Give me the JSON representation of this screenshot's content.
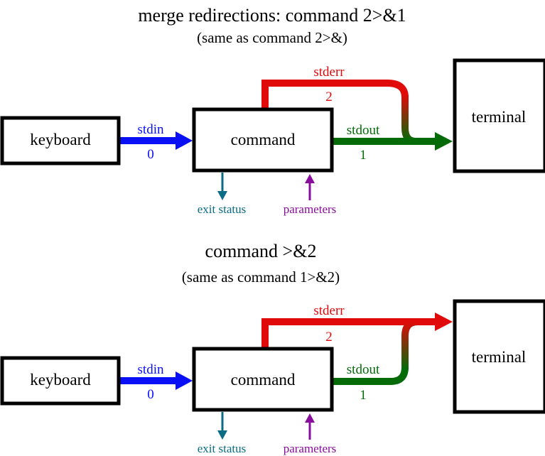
{
  "colors": {
    "stdin": "#0a10f5",
    "stderr": "#e00a0a",
    "stdout": "#046b08",
    "exit_status": "#0b6c86",
    "parameters": "#8a0c9e",
    "box_border": "#000000",
    "text": "#000000"
  },
  "diagrams": [
    {
      "title": "merge redirections: command 2>&1",
      "subtitle": "(same as command 2>&)",
      "boxes": {
        "keyboard": "keyboard",
        "command": "command",
        "terminal": "terminal"
      },
      "streams": {
        "stdin": {
          "name": "stdin",
          "fd": "0"
        },
        "stderr": {
          "name": "stderr",
          "fd": "2"
        },
        "stdout": {
          "name": "stdout",
          "fd": "1"
        }
      },
      "exit_status": "exit status",
      "parameters": "parameters",
      "merge_into": "stdout"
    },
    {
      "title": "command >&2",
      "subtitle": "(same as command 1>&2)",
      "boxes": {
        "keyboard": "keyboard",
        "command": "command",
        "terminal": "terminal"
      },
      "streams": {
        "stdin": {
          "name": "stdin",
          "fd": "0"
        },
        "stderr": {
          "name": "stderr",
          "fd": "2"
        },
        "stdout": {
          "name": "stdout",
          "fd": "1"
        }
      },
      "exit_status": "exit status",
      "parameters": "parameters",
      "merge_into": "stderr"
    }
  ]
}
